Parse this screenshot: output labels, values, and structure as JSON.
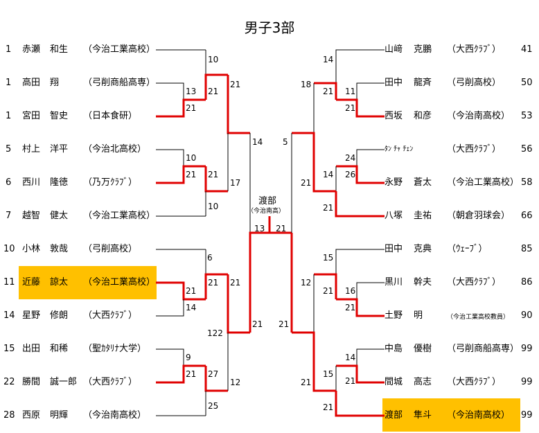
{
  "title": "男子3部",
  "colors": {
    "win": "#e00000",
    "line": "#000000",
    "highlight": "#FFC000"
  },
  "left": [
    {
      "seed": "1",
      "last": "赤瀬",
      "first": "和生",
      "club": "（今治工業高校）"
    },
    {
      "seed": "1",
      "last": "高田",
      "first": "翔",
      "club": "（弓削商船高専）"
    },
    {
      "seed": "1",
      "last": "宮田",
      "first": "智史",
      "club": "（日本食研）"
    },
    {
      "seed": "5",
      "last": "村上",
      "first": "洋平",
      "club": "（今治北高校）"
    },
    {
      "seed": "6",
      "last": "西川",
      "first": "隆徳",
      "club": "（乃万ｸﾗﾌﾞ）"
    },
    {
      "seed": "7",
      "last": "越智",
      "first": "健太",
      "club": "（今治工業高校）"
    },
    {
      "seed": "10",
      "last": "小林",
      "first": "敦哉",
      "club": "（弓削高校）"
    },
    {
      "seed": "11",
      "last": "近藤",
      "first": "諒太",
      "club": "（今治工業高校）"
    },
    {
      "seed": "14",
      "last": "星野",
      "first": "修朗",
      "club": "（大西ｸﾗﾌﾞ）"
    },
    {
      "seed": "15",
      "last": "出田",
      "first": "和稀",
      "club": "（聖ｶﾀﾘﾅ大学）"
    },
    {
      "seed": "22",
      "last": "勝間",
      "first": "誠一郎",
      "club": "（大西ｸﾗﾌﾞ）"
    },
    {
      "seed": "28",
      "last": "西原",
      "first": "明輝",
      "club": "（今治南高校）"
    }
  ],
  "right": [
    {
      "seed": "41",
      "last": "山﨑",
      "first": "克鵬",
      "club": "（大西ｸﾗﾌﾞ）"
    },
    {
      "seed": "50",
      "last": "田中",
      "first": "龍斉",
      "club": "（弓削高校）"
    },
    {
      "seed": "53",
      "last": "西坂",
      "first": "和彦",
      "club": "（今治南高校）"
    },
    {
      "seed": "56",
      "last": "ﾀﾝ ﾁｬ ﾁｪﾝ",
      "first": "",
      "club": "（大西ｸﾗﾌﾞ）"
    },
    {
      "seed": "58",
      "last": "永野",
      "first": "蒼太",
      "club": "（今治工業高校）"
    },
    {
      "seed": "66",
      "last": "八塚",
      "first": "圭祐",
      "club": "（朝倉羽球会）"
    },
    {
      "seed": "85",
      "last": "田中",
      "first": "克典",
      "club": "（ｳｪｰﾌﾞ）"
    },
    {
      "seed": "86",
      "last": "黒川",
      "first": "幹夫",
      "club": "（大西ｸﾗﾌﾞ）"
    },
    {
      "seed": "90",
      "last": "土野",
      "first": "明",
      "club": "（今治工業高校教員）"
    },
    {
      "seed": "99",
      "last": "中島",
      "first": "優樹",
      "club": "（弓削商船高専）"
    },
    {
      "seed": "99",
      "last": "間城",
      "first": "高志",
      "club": "（大西ｸﾗﾌﾞ）"
    },
    {
      "seed": "99",
      "last": "渡部",
      "first": "隼斗",
      "club": "（今治南高校）"
    }
  ],
  "champion": {
    "name": "渡部",
    "club": "（今治南高）"
  },
  "scores": {
    "l_r1a_top": "13",
    "l_r1a_bot": "21",
    "l_r2a_top": "10",
    "l_r2a_bot": "21",
    "l_r1b_top": "10",
    "l_r1b_bot": "21",
    "l_r2b_top": "21",
    "l_r2b_bot": "10",
    "l_sf1_top": "21",
    "l_sf1_bot": "17",
    "l_r1c_top": "6",
    "l_r1c_bot": "21",
    "l_r2c_top": "21",
    "l_r2c_bot": "14",
    "l_r1d_top": "9",
    "l_r1d_bot": "21",
    "l_r2d_top": "27",
    "l_r2d_bot": "25",
    "l_sf2_top": "21",
    "l_sf2_bot": "12",
    "l_fin_top": "14",
    "l_fin_bot": "21",
    "l_fin_bot_extra": "122",
    "final_left": "13",
    "final_right": "21",
    "r_r2a_top": "14",
    "r_r2a_bot": "21",
    "r_r1a_top": "11",
    "r_r1a_bot": "21",
    "r_r1b_top": "24",
    "r_r1b_bot": "26",
    "r_r2b_top": "14",
    "r_r2b_bot": "21",
    "r_sf1_top": "18",
    "r_sf1_bot": "21",
    "r_r2c_top": "15",
    "r_r2c_bot": "21",
    "r_r1c_top": "16",
    "r_r1c_bot": "21",
    "r_r1d_top": "14",
    "r_r1d_bot": "21",
    "r_r2d_top": "15",
    "r_r2d_bot": "21",
    "r_sf2_top": "12",
    "r_sf2_bot": "21",
    "r_fin_top": "5",
    "r_fin_bot": "21"
  }
}
